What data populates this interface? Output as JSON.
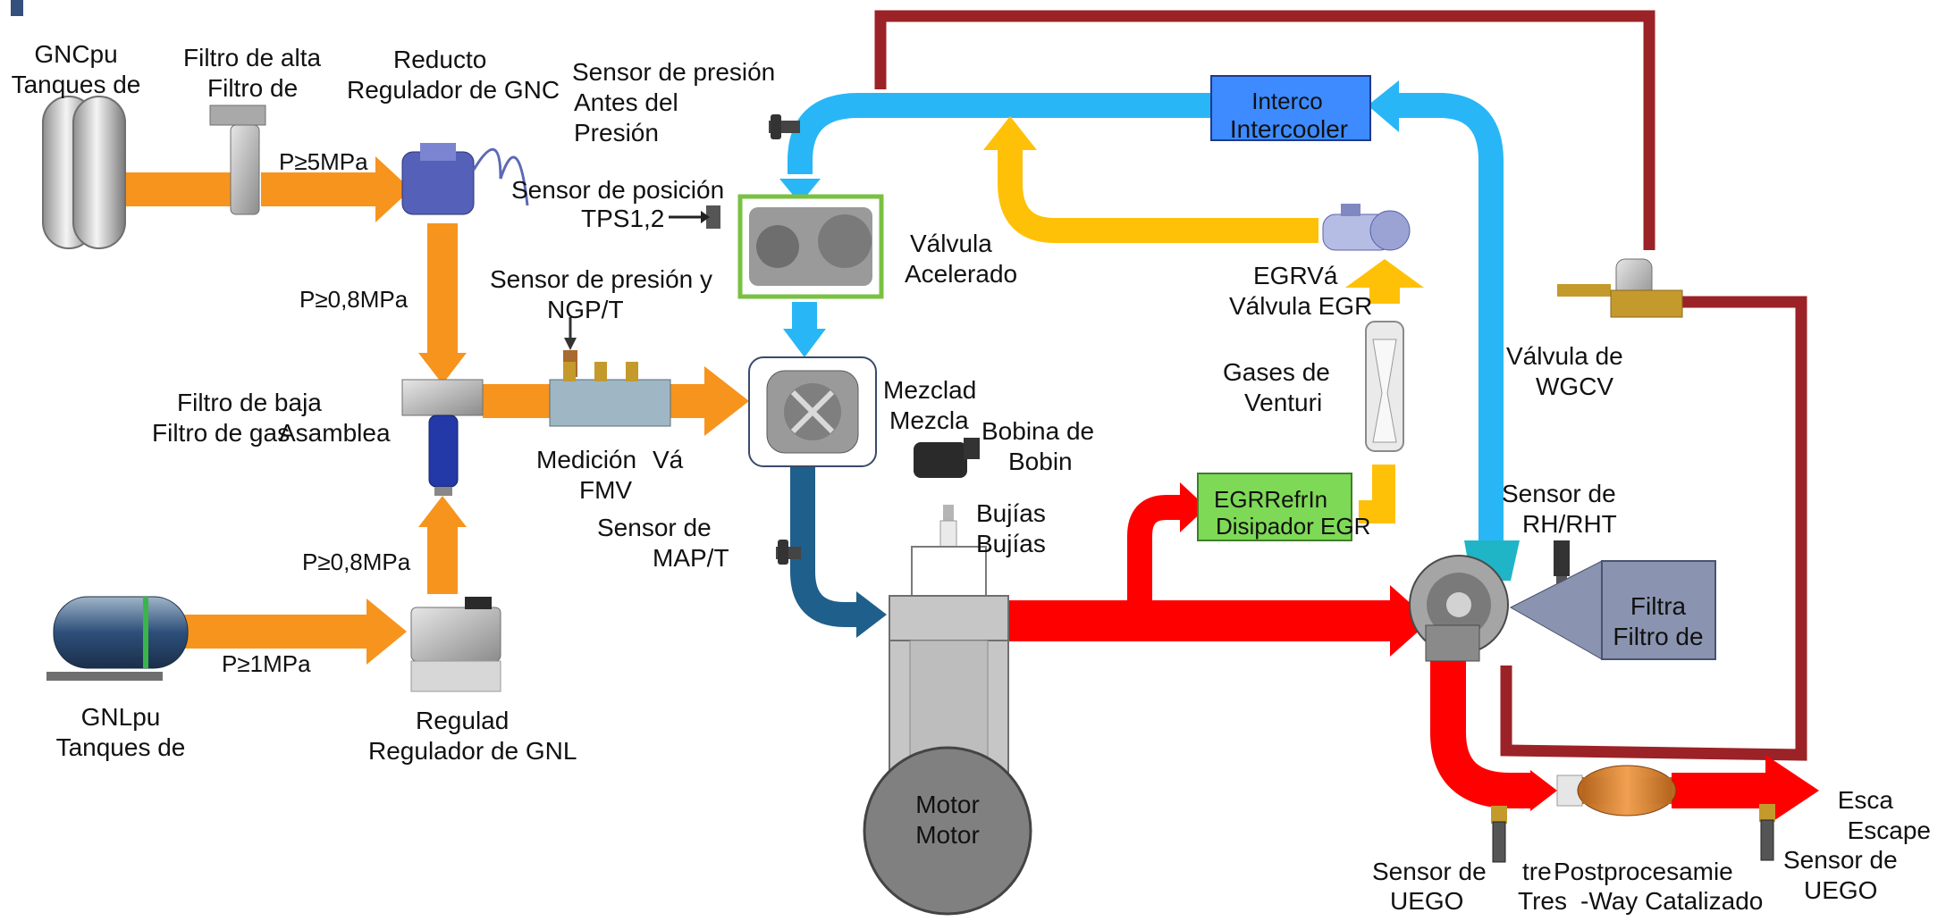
{
  "colors": {
    "gas_line": "#f7941d",
    "air_line": "#29b6f6",
    "egr_line": "#ffc107",
    "exhaust_line": "#ff0000",
    "wastegate_line": "#9b2226",
    "intake_manifold_line": "#1f5f8b",
    "intercooler_box": "#3d8bff",
    "egr_cooler_box": "#7ed957",
    "air_filter_box": "#8a94b0",
    "engine_gray": "#808080"
  },
  "labels": {
    "cng_tanks_l1": "GNCpu",
    "cng_tanks_l2": "Tanques de",
    "hp_filter_l1": "Filtro de alta",
    "hp_filter_l2": "Filtro de",
    "cng_reg_l1": "Reducto",
    "cng_reg_l2": "Regulador de GNC",
    "pressure_sensor_l1": "Sensor de presión",
    "pressure_sensor_l2": "Antes del",
    "pressure_sensor_l3": "Presión",
    "p_5mpa": "P≥5MPa",
    "tps_l1": "Sensor de posición",
    "tps_l2": "TPS1,2",
    "throttle_l1": "Válvula",
    "throttle_l2": "Acelerado",
    "ngp_l1": "Sensor de presión y",
    "ngp_l2": "NGP/T",
    "p_08_top": "P≥0,8MPa",
    "lp_filter_l1": "Filtro de baja",
    "lp_filter_l2a": "Filtro de gas",
    "lp_filter_l2b": "Asamblea",
    "fmv_l1": "Medición",
    "fmv_l1b": "Vá",
    "fmv_l2": "FMV",
    "mixer_l1": "Mezclad",
    "mixer_l2": "Mezcla",
    "coil_l1": "Bobina de",
    "coil_l2": "Bobin",
    "map_l1": "Sensor de",
    "map_l2": "MAP/T",
    "plugs_l1": "Bujías",
    "plugs_l2": "Bujías",
    "p_08_bottom": "P≥0,8MPa",
    "p_1mpa": "P≥1MPa",
    "lng_tanks_l1": "GNLpu",
    "lng_tanks_l2": "Tanques de",
    "lng_reg_l1": "Regulad",
    "lng_reg_l2": "Regulador de GNL",
    "engine_l1": "Motor",
    "engine_l2": "Motor",
    "intercooler_l1": "Interco",
    "intercooler_l2": "Intercooler",
    "egr_valve_l1": "EGRVá",
    "egr_valve_l2": "Válvula EGR",
    "venturi_l1": "Gases de",
    "venturi_l2": "Venturi",
    "egr_cooler_l1": "EGRRefrIn",
    "egr_cooler_l2": "Disipador EGR",
    "wgcv_l1": "Válvula de",
    "wgcv_l2": "WGCV",
    "rh_l1": "Sensor de",
    "rh_l2": "RH/RHT",
    "air_filter_l1": "Filtra",
    "air_filter_l2": "Filtro de",
    "uego1_l1": "Sensor de",
    "uego1_l2": "UEGO",
    "twc_l1": "tre",
    "twc_l2": "Tres",
    "post_l1": "Postprocesamie",
    "post_l2": "-Way Catalizado",
    "uego2_l1": "Sensor de",
    "uego2_l2": "UEGO",
    "escape_l1": "Esca",
    "escape_l2": "Escape"
  }
}
